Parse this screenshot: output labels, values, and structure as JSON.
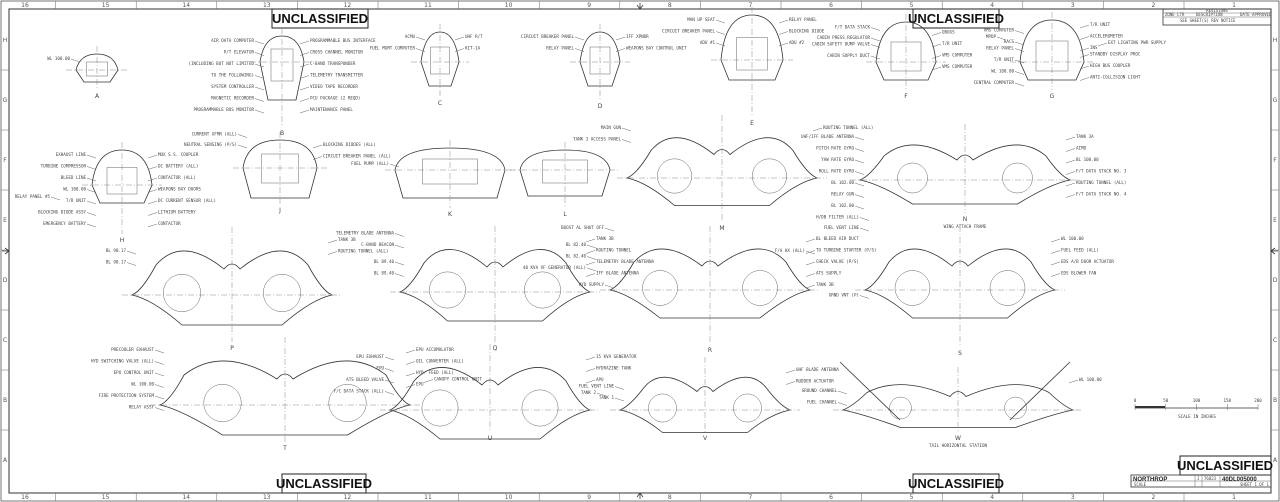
{
  "classification": {
    "top": "UNCLASSIFIED",
    "bottom_center": "UNCLASSIFIED",
    "title_block": "UNCLASSIFIED",
    "top_right": "UNCLASSIFIED"
  },
  "zones_horizontal": [
    "16",
    "15",
    "14",
    "13",
    "12",
    "11",
    "10",
    "9",
    "8",
    "7",
    "6",
    "5",
    "4",
    "3",
    "2",
    "1"
  ],
  "zones_vertical": [
    "H",
    "G",
    "F",
    "E",
    "D",
    "C",
    "B",
    "A"
  ],
  "revision_block": {
    "title": "REVISIONS",
    "cols": [
      "ZONE LTR",
      "DESCRIPTION",
      "DATE APPROVED"
    ],
    "note": "SEE SHEET(S) REV NOTICE"
  },
  "title_block": {
    "company": "NORTHROP",
    "size": "J",
    "cage": "76823",
    "dwg_no": "40DL005000",
    "sheet": "SHEET 1 OF 1",
    "scale": "SCALE"
  },
  "scale_bar": {
    "label": "SCALE IN INCHES",
    "ticks": [
      "0",
      "50",
      "100",
      "150",
      "200"
    ]
  },
  "sections": {
    "A": {
      "name": "A",
      "labels": [
        "WL 100.00"
      ]
    },
    "B": {
      "name": "B",
      "labels": [
        "AIR DATA COMPUTER",
        "P/T ELEVATOR",
        "(INCLUDING BUT NOT LIMITED",
        "TO THE FOLLOWING)",
        "SYSTEM CONTROLLER",
        "MAGNETIC RECORDER",
        "PROGRAMMABLE BUS MONITOR",
        "PROGRAMMABLE BUS INTERFACE",
        "CROSS CHANNEL MONITOR",
        "C-BAND TRANSPONDER",
        "TELEMETRY TRANSMITTER",
        "VIDEO TAPE RECORDER",
        "PCU PACKAGE (2 REQD)",
        "MAINTENANCE PANEL"
      ]
    },
    "C": {
      "name": "C",
      "labels": [
        "ACMU",
        "FUEL MGMT COMPUTER",
        "UHF R/T",
        "KIT-1A"
      ]
    },
    "D": {
      "name": "D",
      "labels": [
        "CIRCUIT BREAKER PANEL",
        "RELAY PANEL",
        "IFF XPNDR",
        "WEAPONS BAY CONTROL UNIT"
      ]
    },
    "E": {
      "name": "E",
      "labels": [
        "MAN UP SEAT",
        "CIRCUIT BREAKER PANEL",
        "ADU #1",
        "RELAY PANEL",
        "BLOCKING DIODE",
        "ADU #2"
      ]
    },
    "F": {
      "name": "F",
      "labels": [
        "CABIN PRESS REGULATOR",
        "F/T DATA STACK",
        "CABIN SAFETY DUMP VALVE",
        "CABIN SUPPLY DUCT",
        "OBOGS",
        "T/R UNIT",
        "VMS COMPUTER",
        "VMS COMPUTER"
      ]
    },
    "G": {
      "name": "G",
      "labels": [
        "VMS COMPUTER",
        "RACS",
        "MPDP",
        "RELAY PANEL",
        "T/R UNIT",
        "WL 100.00",
        "CENTRAL COMPUTER",
        "T/R UNIT",
        "ACCELEROMETER",
        "INS",
        "EXT LIGHTING PWR SUPPLY",
        "STANDBY DISPLAY PROC",
        "HIGH BUS COUPLER",
        "ANTI-COLLISION LIGHT"
      ]
    },
    "H": {
      "name": "H",
      "labels": [
        "EXHAUST LINE",
        "TURBINE COMPRESSOR",
        "BLEED LINE",
        "WL 100.00",
        "T/R UNIT",
        "BLOCKING DIODE ASSY",
        "EMERGENCY BATTERY",
        "RELAY PANEL #5",
        "MUX S.S. COUPLER",
        "DC BATTERY (ALL)",
        "CONTACTOR (ALL)",
        "WEAPONS BAY DOORS",
        "DC CURRENT SENSOR (ALL)",
        "LITHIUM BATTERY",
        "CONTACTOR"
      ]
    },
    "J": {
      "name": "J",
      "labels": [
        "NEUTRAL SENSING (P/S)",
        "CURRENT XFMR (ALL)",
        "BLOCKING DIODES (ALL)",
        "CIRCUIT BREAKER PANEL (ALL)"
      ]
    },
    "K": {
      "name": "K",
      "labels": [
        "FUEL PUMP (ALL)"
      ]
    },
    "L": {
      "name": "L",
      "labels": []
    },
    "M": {
      "name": "M",
      "labels": [
        "MAIN GUN",
        "TANK 3 ACCESS PANEL",
        "ROUTING TUNNEL (ALL)"
      ]
    },
    "N": {
      "name": "N",
      "caption": "WING ATTACH FRAME",
      "labels": [
        "UHF/IFF BLADE ANTENNA",
        "PITCH RATE GYRO",
        "YAW RATE GYRO",
        "ROLL RATE GYRO",
        "BL 102.00",
        "RELAY GUN",
        "BL 102.00",
        "TANK 3A",
        "AIMD",
        "BL 100.00",
        "F/T DATA STACK NO. 3",
        "ROUTING TUNNEL (ALL)",
        "F/T DATA STACK NO. 4"
      ]
    },
    "P": {
      "name": "P",
      "labels": [
        "BL 90.17",
        "BL 90.17",
        "TANK 3B",
        "ROUTING TUNNEL (ALL)"
      ]
    },
    "Q": {
      "name": "Q",
      "labels": [
        "TELEMETRY BLADE ANTENNA",
        "C-BAND BEACON",
        "BL 89.40",
        "BL 89.40",
        "TANK 3B",
        "ROUTING TUNNEL",
        "TELEMETRY BLADE ANTENNA",
        "IFF BLADE ANTENNA"
      ]
    },
    "R": {
      "name": "R",
      "labels": [
        "BOOST AL SHUT OFF",
        "BL 82.40",
        "BL 82.40",
        "40 KVA VF GENERATOR (ALL)",
        "HYD SUPPLY",
        "BL BLEED AIR DUCT",
        "TO TURBINE STARTER (P/S)",
        "CHECK VALVE (P/S)",
        "ATS SUPPLY",
        "TANK 3B"
      ]
    },
    "S": {
      "name": "S",
      "labels": [
        "FUEL VENT LINE",
        "H/DB FILTER (ALL)",
        "F/A HX (ALL)",
        "GRND VNT (P)",
        "WL 100.00",
        "FUEL FEED (ALL)",
        "EDS A/B DOOR ACTUATOR",
        "EDS BLOWER FAN"
      ]
    },
    "T": {
      "name": "T",
      "labels": [
        "PRECOOLER EXHAUST",
        "HYD SWITCHING VALVE (ALL)",
        "EPU CONTROL UNIT",
        "WL 100.00",
        "FIRE PROTECTION SYSTEM",
        "RELAY ASSY",
        "EPU ACCUMULATOR",
        "OIL CONVERTER (ALL)",
        "HYD. FEED (ALL)",
        "EPU",
        "CANOPY CONTROL UNIT"
      ]
    },
    "U": {
      "name": "U",
      "labels": [
        "EPU EXHAUST",
        "EPU",
        "ATS BLEED VALVE",
        "F/C DATA STACK (ALL)",
        "15 KVA GENERATOR",
        "HYDRAZINE TANK",
        "APU"
      ]
    },
    "V": {
      "name": "V",
      "labels": [
        "FUEL VENT LINE",
        "TANK 1",
        "TANK 2",
        "UHF BLADE ANTENNA",
        "RUDDER ACTUATOR"
      ]
    },
    "W": {
      "name": "W",
      "caption": "TAIL HORIZONTAL STATION",
      "labels": [
        "GROUND CHANNEL",
        "FUEL CHANNEL",
        "WL 100.00"
      ]
    }
  }
}
